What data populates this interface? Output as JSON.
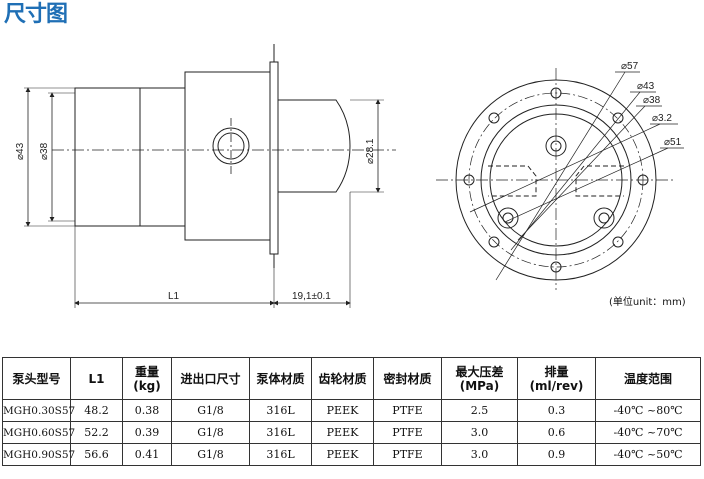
{
  "title": "尺寸图",
  "drawing": {
    "side_view": {
      "dia_43": "⌀43",
      "dia_38": "⌀38",
      "dia_28_1": "⌀28.1",
      "length_l1": "L1",
      "length_19": "19,1±0.1"
    },
    "front_view": {
      "dia_57": "⌀57",
      "dia_43": "⌀43",
      "dia_38": "⌀38",
      "dia_3_2": "⌀3.2",
      "dia_51": "⌀51"
    },
    "unit_note": "(单位unit：mm)"
  },
  "table": {
    "headers": [
      {
        "lines": [
          "泵头型号"
        ]
      },
      {
        "lines": [
          "L1"
        ]
      },
      {
        "lines": [
          "重量",
          "(kg)"
        ]
      },
      {
        "lines": [
          "进出口尺寸"
        ]
      },
      {
        "lines": [
          "泵体材质"
        ]
      },
      {
        "lines": [
          "齿轮材质"
        ]
      },
      {
        "lines": [
          "密封材质"
        ]
      },
      {
        "lines": [
          "最大压差",
          "(MPa)"
        ]
      },
      {
        "lines": [
          "排量",
          "(ml/rev)"
        ]
      },
      {
        "lines": [
          "温度范围"
        ]
      }
    ],
    "rows": [
      [
        "MGH0.30S57",
        "48.2",
        "0.38",
        "G1/8",
        "316L",
        "PEEK",
        "PTFE",
        "2.5",
        "0.3",
        "-40℃ ~80℃"
      ],
      [
        "MGH0.60S57",
        "52.2",
        "0.39",
        "G1/8",
        "316L",
        "PEEK",
        "PTFE",
        "3.0",
        "0.6",
        "-40℃ ~70℃"
      ],
      [
        "MGH0.90S57",
        "56.6",
        "0.41",
        "G1/8",
        "316L",
        "PEEK",
        "PTFE",
        "3.0",
        "0.9",
        "-40℃ ~50℃"
      ]
    ]
  }
}
